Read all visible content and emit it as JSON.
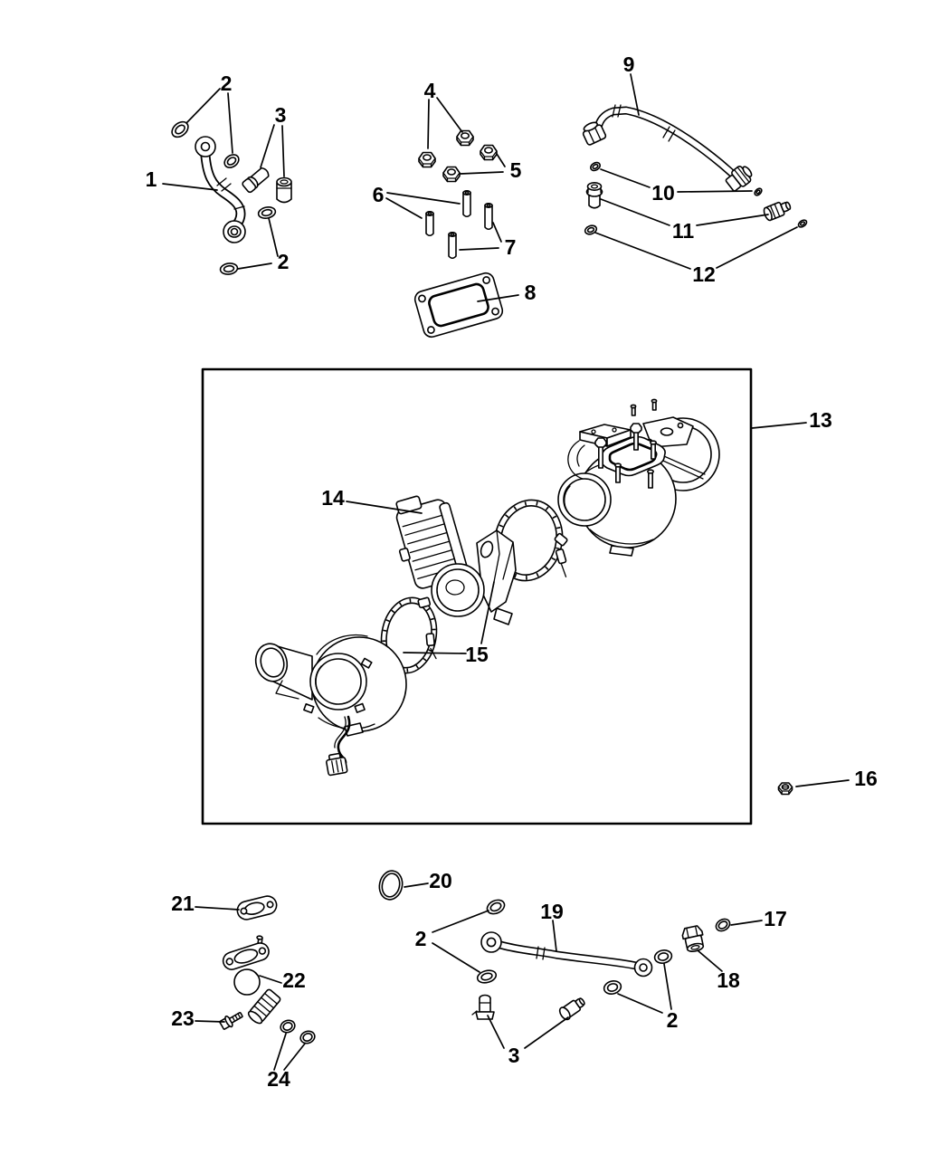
{
  "diagram": {
    "background": "#ffffff",
    "line_color": "#000000"
  },
  "callouts": {
    "c1": "1",
    "c2_top": "2",
    "c3_top": "3",
    "c2_mid": "2",
    "c4": "4",
    "c5": "5",
    "c6": "6",
    "c7": "7",
    "c8": "8",
    "c9": "9",
    "c10": "10",
    "c11": "11",
    "c12": "12",
    "c13": "13",
    "c14": "14",
    "c15": "15",
    "c16": "16",
    "c17": "17",
    "c18": "18",
    "c19": "19",
    "c20": "20",
    "c21": "21",
    "c22": "22",
    "c23": "23",
    "c24": "24",
    "c2_bottom_left": "2",
    "c2_bottom_right": "2",
    "c3_bottom": "3"
  }
}
